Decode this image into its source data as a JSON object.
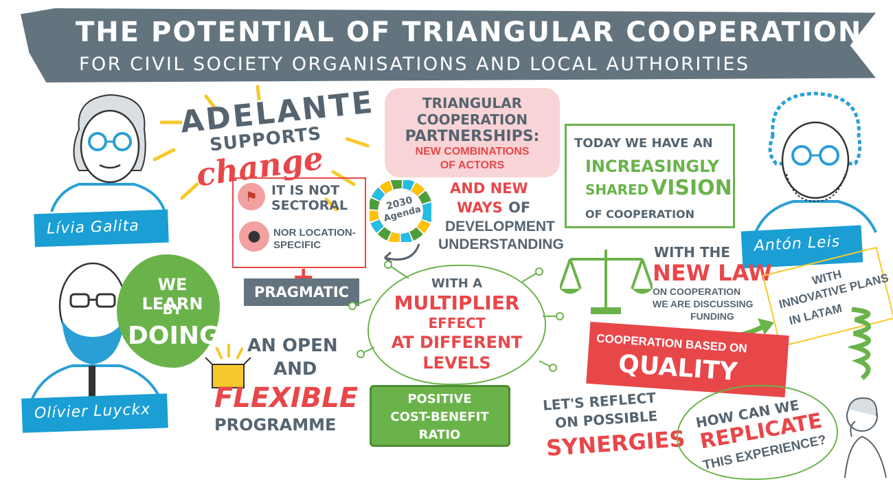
{
  "header": {
    "title": "THE POTENTIAL OF TRIANGULAR COOPERATION",
    "subtitle": "FOR CIVIL SOCIETY ORGANISATIONS AND LOCAL AUTHORITIES"
  },
  "speakers": {
    "speaker1": "Lívia Galita",
    "speaker2": "Olívier Luyckx",
    "speaker3": "Antón Leis"
  },
  "adelante": {
    "name": "ADELANTE",
    "supports": "SUPPORTS",
    "change": "change",
    "point1": "IT IS NOT SECTORAL",
    "point2": "NOR LOCATION-SPECIFIC",
    "plus": "+",
    "pragmatic": "PRAGMATIC"
  },
  "learn": {
    "line1": "WE LEARN",
    "line2": "BY",
    "line3": "DOING"
  },
  "programme": {
    "line1": "AN OPEN",
    "line2": "AND",
    "line3": "FLEXIBLE",
    "line4": "PROGRAMME"
  },
  "partnerships": {
    "line1": "TRIANGULAR",
    "line2": "COOPERATION",
    "line3": "PARTNERSHIPS:",
    "line4": "NEW COMBINATIONS",
    "line5": "OF ACTORS"
  },
  "agenda": {
    "line1": "2030",
    "line2": "Agenda"
  },
  "new_ways": {
    "line1": "AND NEW",
    "line2": "WAYS",
    "line2b": "OF",
    "line3": "DEVELOPMENT",
    "line4": "UNDERSTANDING"
  },
  "multiplier": {
    "line1": "WITH A",
    "line2": "MULTIPLIER",
    "line3": "EFFECT",
    "line4": "AT DIFFERENT",
    "line5": "LEVELS"
  },
  "cost_benefit": {
    "line1": "POSITIVE",
    "line2": "COST-BENEFIT",
    "line3": "RATIO"
  },
  "vision": {
    "line1": "TODAY WE HAVE AN",
    "line2": "INCREASINGLY",
    "line3a": "SHARED",
    "line3b": "VISION",
    "line4": "OF COOPERATION"
  },
  "law": {
    "line1": "WITH THE",
    "line2": "NEW LAW",
    "line3": "ON COOPERATION",
    "line4": "WE ARE DISCUSSING",
    "line5": "FUNDING"
  },
  "latam": {
    "line1": "WITH",
    "line2": "INNOVATIVE PLANS",
    "line3": "IN LATAM"
  },
  "quality": {
    "line1": "COOPERATION BASED ON",
    "line2": "QUALITY"
  },
  "synergies": {
    "line1": "LET'S REFLECT",
    "line2": "ON POSSIBLE",
    "line3": "SYNERGIES"
  },
  "replicate": {
    "line1": "HOW CAN WE",
    "line2": "REPLICATE",
    "line3": "THIS EXPERIENCE?"
  },
  "colors": {
    "banner": "#63747f",
    "red": "#e8474a",
    "green": "#6ab34a",
    "blue": "#1a9ed4",
    "gray_text": "#556470",
    "yellow": "#f6c92c",
    "pink": "#f9d4d6"
  }
}
